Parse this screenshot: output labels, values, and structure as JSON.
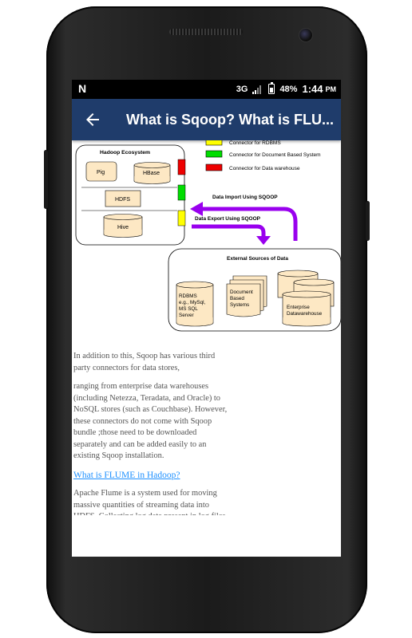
{
  "status_bar": {
    "carrier_icon": "N",
    "network": "3G",
    "battery_percent": "48%",
    "time": "1:44",
    "ampm": "PM"
  },
  "app_bar": {
    "back_icon": "back-arrow-icon",
    "title": "What is Sqoop? What is FLU..."
  },
  "diagram": {
    "legend": [
      {
        "label": "Connector for RDBMS",
        "color": "#ffff00"
      },
      {
        "label": "Connector for Document Based System",
        "color": "#00dd00"
      },
      {
        "label": "Connector for Data warehouse",
        "color": "#ee0000"
      }
    ],
    "hadoop_title": "Hadoop Ecosystem",
    "hadoop_items": [
      "Pig",
      "HBase",
      "HDFS",
      "Hive"
    ],
    "import_label": "Data Import Using SQOOP",
    "export_label": "Data Export Using SQOOP",
    "external_title": "External Sources of Data",
    "rdbms_lines": [
      "RDBMS",
      "e.g., MySql,",
      "MS SQL",
      "Server"
    ],
    "document_lines": [
      "Document",
      "Based",
      "Systems"
    ],
    "warehouse_lines": [
      "Enterprise",
      "Datawarehouse"
    ],
    "arrow_color": "#9900ee"
  },
  "article": {
    "para1": "In addition to this, Sqoop has various third party connectors for data stores,",
    "para2": "ranging from enterprise data warehouses (including Netezza, Teradata, and Oracle) to NoSQL stores (such as Couchbase). However, these connectors do not come with Sqoop bundle ;those need to be downloaded separately and can be added easily to an existing Sqoop installation.",
    "link": "What is FLUME in Hadoop?",
    "para3": "Apache Flume is a system used for moving massive quantities of streaming data into HDFS. Collecting log data present in log files from web servers and aggregating it in HDFS"
  }
}
